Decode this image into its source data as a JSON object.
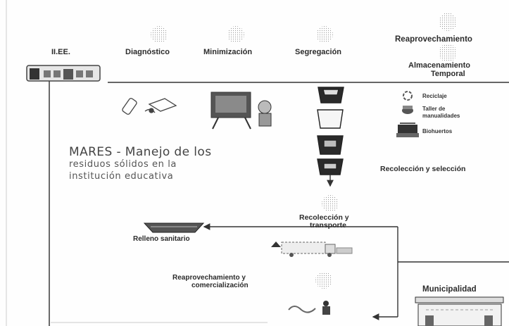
{
  "header": {
    "iiee": "II.EE.",
    "diagnostico": "Diagnóstico",
    "minimizacion": "Minimización",
    "segregacion": "Segregación",
    "reaprovechamiento": "Reaprovechamiento",
    "almacenamiento_line1": "Almacenamiento",
    "almacenamiento_line2": "Temporal"
  },
  "reuse_options": {
    "reciclaje": "Reciclaje",
    "taller_line1": "Taller de",
    "taller_line2": "manualidades",
    "biohuertos": "Biohuertos"
  },
  "mares_text": {
    "line1": "MARES - Manejo de los",
    "line2": "residuos sólidos en la",
    "line3": "institución educativa"
  },
  "flow": {
    "recoleccion_seleccion": "Recolección y selección",
    "recoleccion_transporte_line1": "Recolección y",
    "recoleccion_transporte_line2": "transporte",
    "relleno": "Relleno sanitario",
    "reaprov_com_line1": "Reaprovechamiento  y",
    "reaprov_com_line2": "comercialización",
    "municipalidad": "Municipalidad"
  }
}
